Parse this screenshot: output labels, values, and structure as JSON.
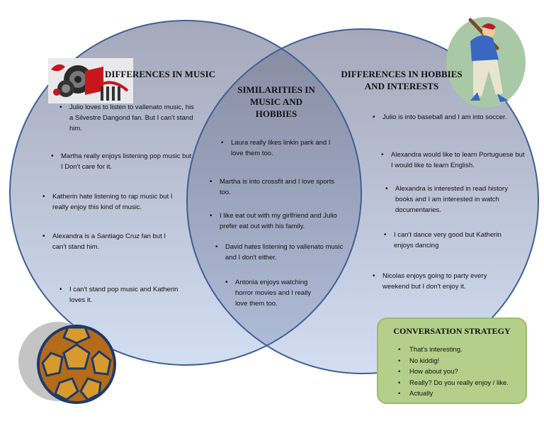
{
  "music": {
    "title": "DIFFERENCES IN MUSIC",
    "items": [
      "Julio loves to listen to vallenato music, his a Silvestre Dangond fan. But I can't stand him.",
      "Martha really enjoys listening pop music but I Don't care for it.",
      "Katherin hate listening to rap music but I really enjoy this kind of music.",
      "Alexandra is a Santiago Cruz fan but I can't stand him.",
      "I can't stand pop music and Katherin loves it."
    ]
  },
  "similarities": {
    "title": "SIMILARITIES IN MUSIC AND HOBBIES",
    "items": [
      "Laura really likes linkin park and I love them too.",
      "Martha is into crossfit and I love sports too.",
      "I like eat out with my girlfriend and Julio prefer eat out with his family.",
      "David hates listening to vallenato music and I don't either.",
      "Antonia enjoys watching horror movies and I really love them too."
    ]
  },
  "hobbies": {
    "title": "DIFFERENCES IN HOBBIES AND INTERESTS",
    "items": [
      "Julio is into baseball and I am into soccer.",
      "Alexandra would like to learn Portuguese but I would like to learn English.",
      "Alexandra is interested in read history books and I am interested in watch documentaries.",
      "I can't dance very good but Katherin enjoys dancing",
      "Nicolas enjoys going to party every weekend but I don't enjoy it."
    ]
  },
  "strategy": {
    "title": "CONVERSATION STRATEGY",
    "items": [
      "That's interesting.",
      "No kiddig!",
      "How about you?",
      "Really? Do you really enjoy / like.",
      "Actually"
    ]
  },
  "colors": {
    "circle_top": "#a4a8ba",
    "circle_bottom": "#d3def2",
    "circle_stroke": "#3e5f96",
    "strategy_fill": "#b3cf8a"
  },
  "icons": {
    "music": "music-speakers-clipart",
    "baseball": "baseball-player-clipart",
    "soccer": "soccer-ball-clipart"
  }
}
